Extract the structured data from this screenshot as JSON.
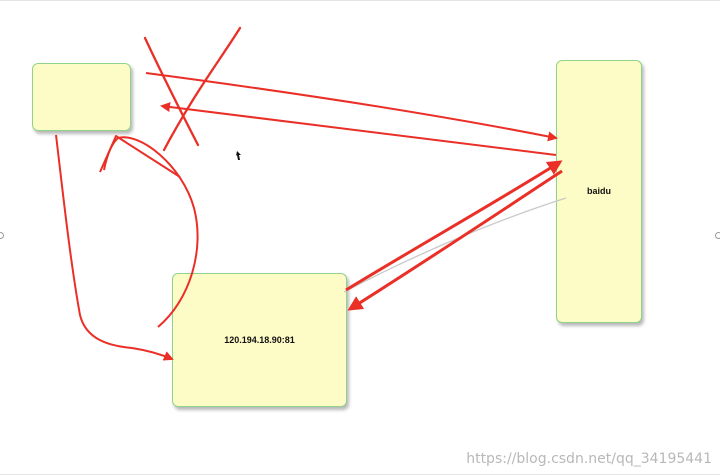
{
  "diagram": {
    "nodes": {
      "client": {
        "label": ""
      },
      "server": {
        "label": "120.194.18.90:81"
      },
      "baidu": {
        "label": "baidu"
      }
    },
    "watermark": "https://blog.csdn.net/qq_34195441"
  },
  "colors": {
    "node_fill": "#fdfcc6",
    "node_border": "#8fd48a",
    "annotation_red": "#ea2f27",
    "connector_gray": "#b8b8b8"
  }
}
